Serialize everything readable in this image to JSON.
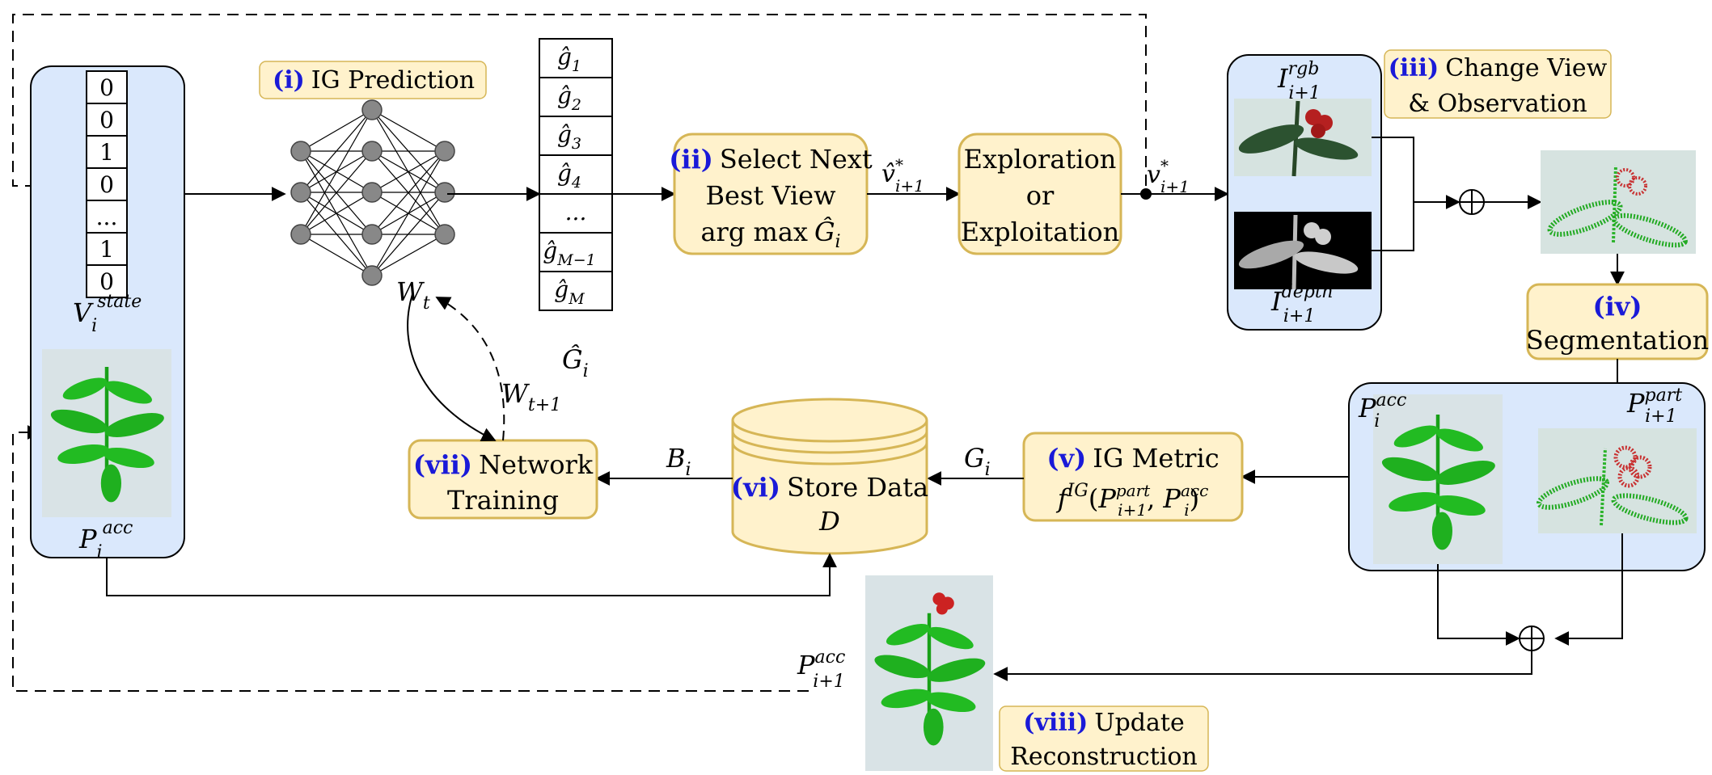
{
  "vector": {
    "cells": [
      "0",
      "0",
      "1",
      "0",
      "...",
      "1",
      "0"
    ],
    "label": "V",
    "label_sub": "i",
    "label_sup": "state"
  },
  "pacc_left": {
    "label": "P",
    "sub": "i",
    "sup": "acc"
  },
  "steps": {
    "i": {
      "num": "(i)",
      "text": "IG Prediction"
    },
    "ii": {
      "num": "(ii)",
      "line1": "Select Next",
      "line2": "Best View",
      "line3": "arg max"
    },
    "iii": {
      "num": "(iii)",
      "line1": "Change View",
      "line2": "& Observation"
    },
    "iv": {
      "num": "(iv)",
      "line2": "Segmentation"
    },
    "v": {
      "num": "(v)",
      "line1": "IG Metric"
    },
    "vi": {
      "num": "(vi)",
      "line1": "Store Data",
      "line2": "D"
    },
    "vii": {
      "num": "(vii)",
      "line1": "Network",
      "line2": "Training"
    },
    "viii": {
      "num": "(viii)",
      "line1": "Update",
      "line2": "Reconstruction"
    }
  },
  "explore": {
    "line1": "Exploration",
    "line2": "or",
    "line3": "Exploitation"
  },
  "gains": {
    "cells": [
      {
        "base": "ĝ",
        "sub": "1"
      },
      {
        "base": "ĝ",
        "sub": "2"
      },
      {
        "base": "ĝ",
        "sub": "3"
      },
      {
        "base": "ĝ",
        "sub": "4"
      },
      {
        "base": "...",
        "sub": ""
      },
      {
        "base": "ĝ",
        "sub": "M−1"
      },
      {
        "base": "ĝ",
        "sub": "M"
      }
    ],
    "label": "Ĝ",
    "label_sub": "i"
  },
  "labels": {
    "vhat": {
      "base": "v̂",
      "sup": "*",
      "sub": "i+1"
    },
    "v": {
      "base": "v",
      "sup": "*",
      "sub": "i+1"
    },
    "Wt": {
      "base": "W",
      "sub": "t"
    },
    "Wt1": {
      "base": "W",
      "sub": "t+1"
    },
    "B": {
      "base": "B",
      "sub": "i"
    },
    "G": {
      "base": "G",
      "sub": "i"
    },
    "Ghat_sub": "i",
    "rgb": {
      "base": "I",
      "sup": "rgb",
      "sub": "i+1"
    },
    "depth": {
      "base": "I",
      "sup": "depth",
      "sub": "i+1"
    },
    "pacc_right": {
      "base": "P",
      "sup": "acc",
      "sub": "i"
    },
    "ppart": {
      "base": "P",
      "sup": "part",
      "sub": "i+1"
    },
    "pacc_next": {
      "base": "P",
      "sup": "acc",
      "sub": "i+1"
    },
    "fig": {
      "f": "f",
      "sup": "IG",
      "p1": "P",
      "p1sup": "part",
      "p1sub": "i+1",
      "p2": "P",
      "p2sup": "acc",
      "p2sub": "i"
    }
  },
  "colors": {
    "step_fill": "#fff2cc",
    "step_stroke": "#d6b656",
    "panel_fill": "#dae8fc",
    "num_color": "#1a1ad8",
    "plant_green": "#1fb31f",
    "fruit_red": "#cc2222"
  }
}
